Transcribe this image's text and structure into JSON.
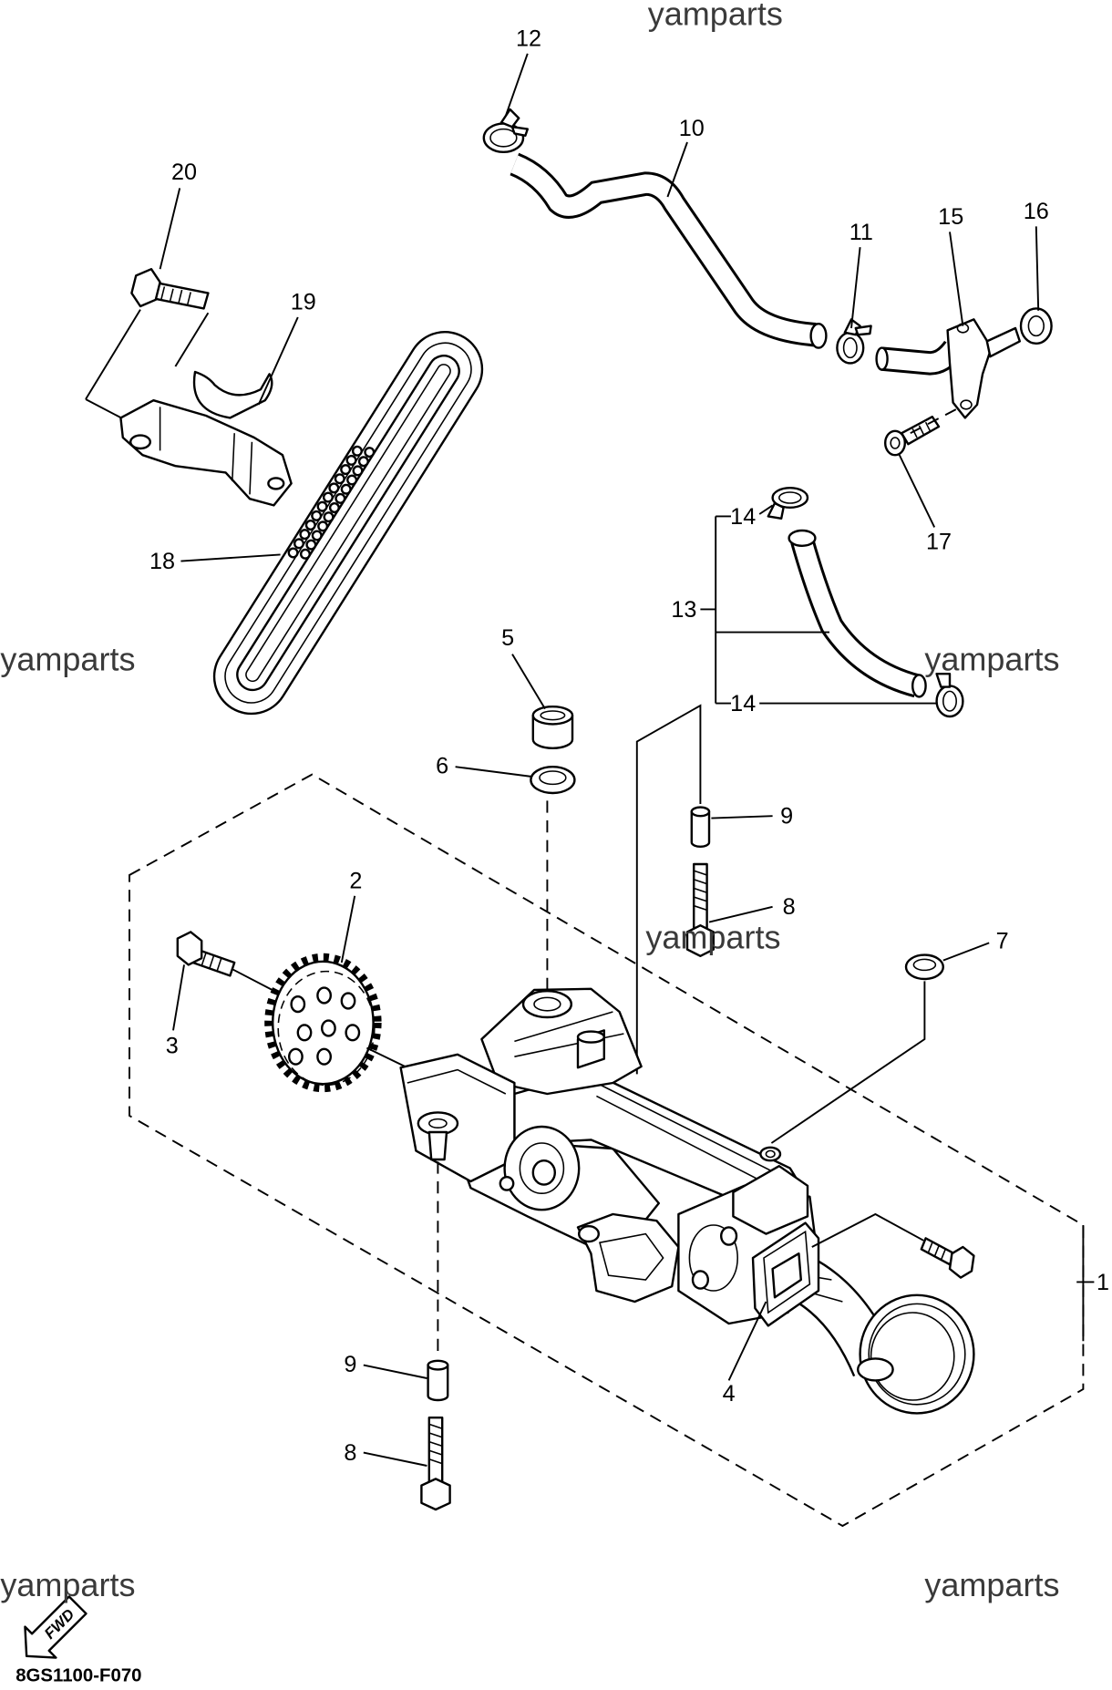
{
  "watermark": "yamparts",
  "diagram_code": "8GS1100-F070",
  "direction_label": "FWD",
  "callouts": {
    "p1": "1",
    "p2": "2",
    "p3": "3",
    "p4": "4",
    "p5": "5",
    "p6": "6",
    "p7": "7",
    "p8": "8",
    "p9": "9",
    "p10": "10",
    "p11": "11",
    "p12": "12",
    "p13": "13",
    "p14": "14",
    "p15": "15",
    "p16": "16",
    "p17": "17",
    "p18": "18",
    "p19": "19",
    "p20": "20"
  }
}
